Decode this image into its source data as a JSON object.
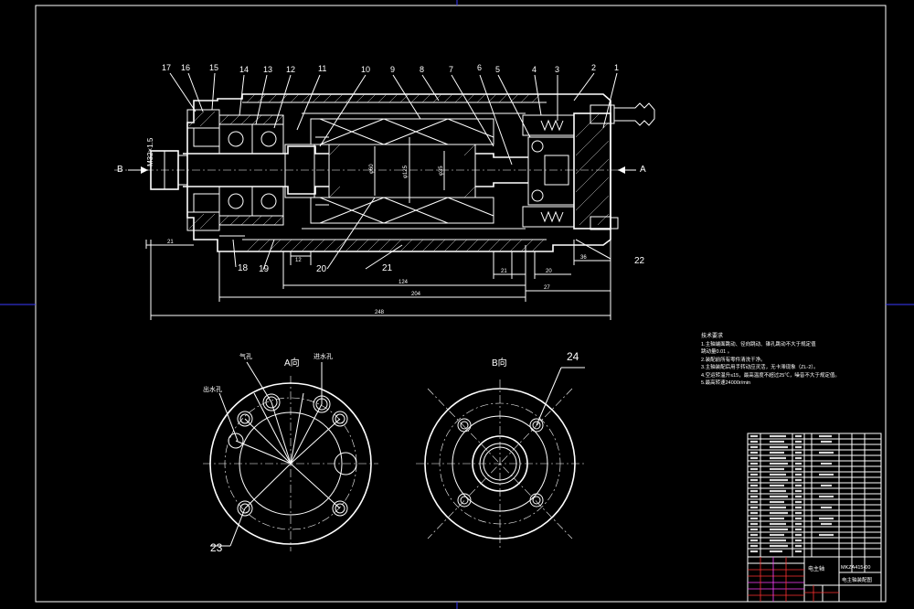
{
  "part_numbers_top": [
    "17",
    "16",
    "15",
    "14",
    "13",
    "12",
    "11",
    "10",
    "9",
    "8",
    "7",
    "6",
    "5",
    "4",
    "3",
    "2",
    "1"
  ],
  "part_numbers_bottom": [
    "18",
    "19",
    "20",
    "21"
  ],
  "part_22": "22",
  "part_23": "23",
  "part_24": "24",
  "view_arrow_a": "A",
  "view_arrow_b": "B",
  "thread_label": "M32×1.5",
  "dims": {
    "d21": "21",
    "d12": "12",
    "d124": "124",
    "d204": "204",
    "d248": "248",
    "d21b": "21",
    "d20": "20",
    "d27": "27",
    "d36": "36",
    "dia_main": "φ125",
    "dia_small": "φ35",
    "dia_mid": "φ60"
  },
  "view_a_title": "A向",
  "view_b_title": "B向",
  "view_a_labels": {
    "air_hole": "气孔",
    "water_in": "进水孔",
    "water_out": "出水孔"
  },
  "notes": {
    "title": "技术要求",
    "lines": [
      "1.主轴端面跳动、径向跳动、锥孔跳动不大于规定值",
      "跳动量0.01 。",
      "2.装配前所有零件清洗干净。",
      "3.主轴装配后用手转动应灵活，无卡滞现象（ZL-2）。",
      "4.空运转温升≤15，最高温度不超过25℃，噪音不大于规定值。",
      "5.最高转速24000r/min"
    ]
  },
  "title_block": {
    "drawing_no": "MKZA415-00",
    "name_top": "电主轴",
    "name_bottom": "电主轴装配图"
  },
  "colors": {
    "line": "#ffffff",
    "frame_mark": "#3a3aff",
    "table_red": "#ff3030",
    "table_magenta": "#ff40ff"
  }
}
